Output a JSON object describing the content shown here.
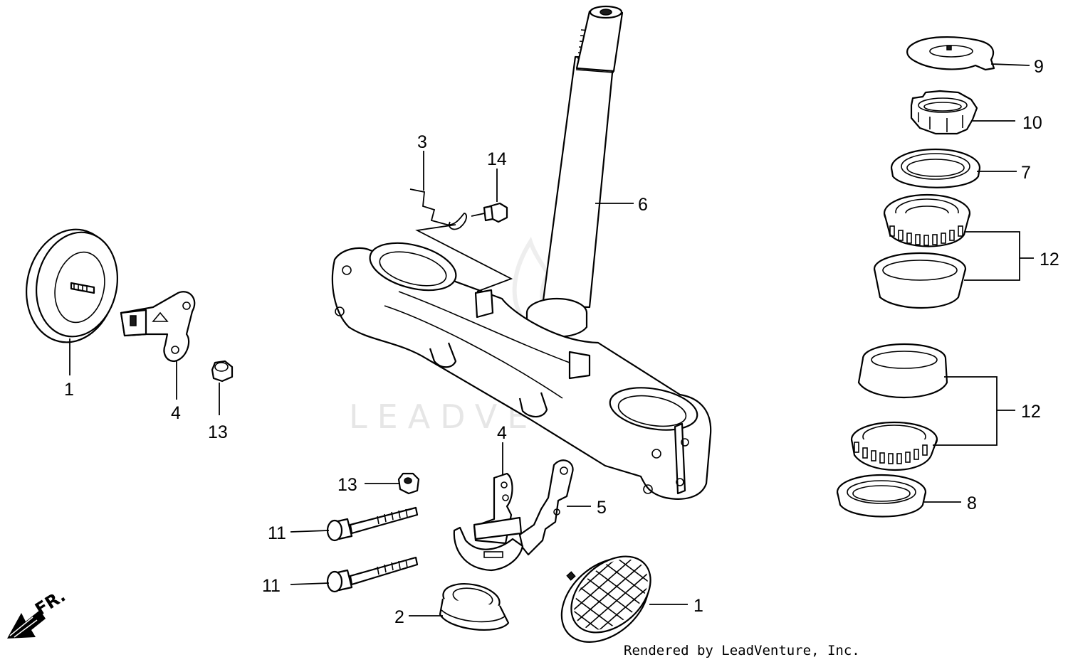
{
  "watermark": "LEADVENTURE",
  "credit": "Rendered by LeadVenture, Inc.",
  "direction_label": "FR.",
  "callouts": [
    "1",
    "4",
    "13",
    "3",
    "14",
    "6",
    "9",
    "10",
    "7",
    "12",
    "12",
    "4",
    "13",
    "11",
    "11",
    "5",
    "2",
    "1",
    "8"
  ]
}
